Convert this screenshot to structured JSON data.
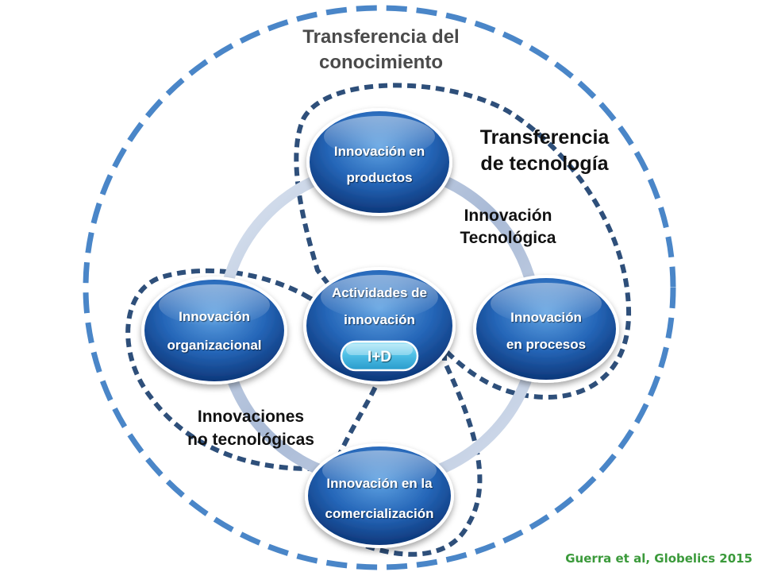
{
  "colors": {
    "outer_dash": "#4a86c8",
    "inner_dash": "#2e4f7a",
    "ring": "#b6c5dc",
    "node_light": "#4f93d8",
    "node_dark": "#0f3f86",
    "pill": "#5ec8ea",
    "title_text": "#4a4a4a",
    "label_text": "#111111",
    "source_text": "#3b9a3b"
  },
  "outer_title": {
    "line1": "Transferencia  del",
    "line2": "conocimiento"
  },
  "tech_transfer": {
    "line1": "Transferencia",
    "line2": "de tecnología"
  },
  "tech_innovation": {
    "line1": "Innovación",
    "line2": "Tecnológica"
  },
  "non_tech": {
    "line1": "Innovaciones",
    "line2": "no tecnológicas"
  },
  "nodes": {
    "productos": {
      "line1": "Innovación en",
      "line2": "productos"
    },
    "procesos": {
      "line1": "Innovación",
      "line2": "en procesos"
    },
    "organizacional": {
      "line1": "Innovación",
      "line2": "organizacional"
    },
    "comercializacion": {
      "line1": "Innovación en la",
      "line2": "comercialización"
    },
    "centro": {
      "line1": "Actividades de",
      "line2": "innovación",
      "badge": "I+D"
    }
  },
  "source": "Guerra et al, Globelics 2015"
}
